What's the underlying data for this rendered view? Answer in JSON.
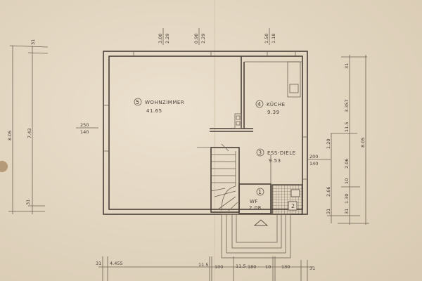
{
  "rooms": [
    {
      "number": "5",
      "name": "WOHNZIMMER",
      "area": "41.65"
    },
    {
      "number": "4",
      "name": "KÜCHE",
      "area": "9.39"
    },
    {
      "number": "3",
      "name": "ESS-DIELE",
      "area": "9.53"
    },
    {
      "number": "1",
      "name": "WF",
      "area": "2.08"
    },
    {
      "number": "2",
      "name": "",
      "area": ""
    }
  ],
  "dimensions": {
    "top": [
      {
        "upper": "3.00",
        "lower": "2.29"
      },
      {
        "upper": "0.90",
        "lower": "2.29"
      },
      {
        "upper": "1.50",
        "lower": "1.18"
      }
    ],
    "left_window": {
      "upper": "250",
      "lower": "140"
    },
    "right_window": {
      "upper": "200",
      "lower": "140"
    },
    "left_outer": "8.05",
    "left_inner": "7.43",
    "left_top_wall": "31",
    "left_bottom_wall": "31",
    "right_outer": "8.05",
    "right_inner": [
      "31",
      "3.357",
      "11.5",
      "2.06",
      "10",
      "1.30",
      "31"
    ],
    "right_left": [
      "1.20",
      "2.66",
      "31"
    ],
    "bottom": [
      "31",
      "4.455",
      "11.5",
      "100",
      "11.5",
      "180",
      "10",
      "130",
      "31"
    ]
  },
  "colors": {
    "paper": "#e6dac6",
    "ink": "#4a4038"
  }
}
